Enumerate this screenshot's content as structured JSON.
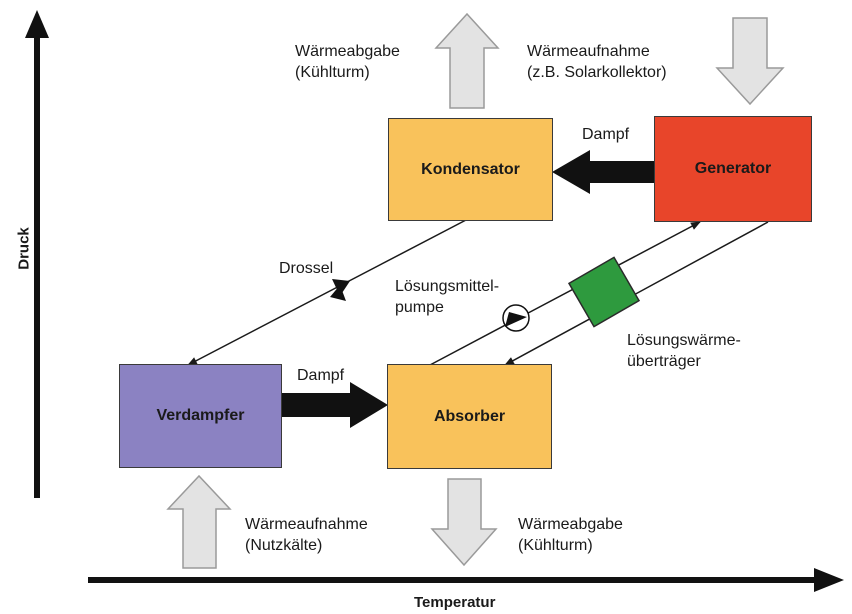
{
  "axes": {
    "y_label": "Druck",
    "x_label": "Temperatur"
  },
  "components": {
    "kondensator": "Kondensator",
    "generator": "Generator",
    "verdampfer": "Verdampfer",
    "absorber": "Absorber"
  },
  "labels": {
    "top_left_heat_line1": "Wärmeabgabe",
    "top_left_heat_line2": "(Kühlturm)",
    "top_right_heat_line1": "Wärmeaufnahme",
    "top_right_heat_line2": "(z.B. Solarkollektor)",
    "bottom_left_heat_line1": "Wärmeaufnahme",
    "bottom_left_heat_line2": "(Nutzkälte)",
    "bottom_right_heat_line1": "Wärmeabgabe",
    "bottom_right_heat_line2": "(Kühlturm)",
    "dampf_top": "Dampf",
    "dampf_bottom": "Dampf",
    "drossel": "Drossel",
    "pump_line1": "Lösungsmittel-",
    "pump_line2": "pumpe",
    "exchanger_line1": "Lösungswärme-",
    "exchanger_line2": "überträger"
  },
  "colors": {
    "kondensator": "#f9c25b",
    "generator": "#e8452a",
    "verdampfer": "#8b82c2",
    "absorber": "#f9c25b",
    "heat_exchanger": "#2e9a3e",
    "heat_arrow_fill": "#e3e3e3",
    "heat_arrow_stroke": "#9a9a9a"
  }
}
